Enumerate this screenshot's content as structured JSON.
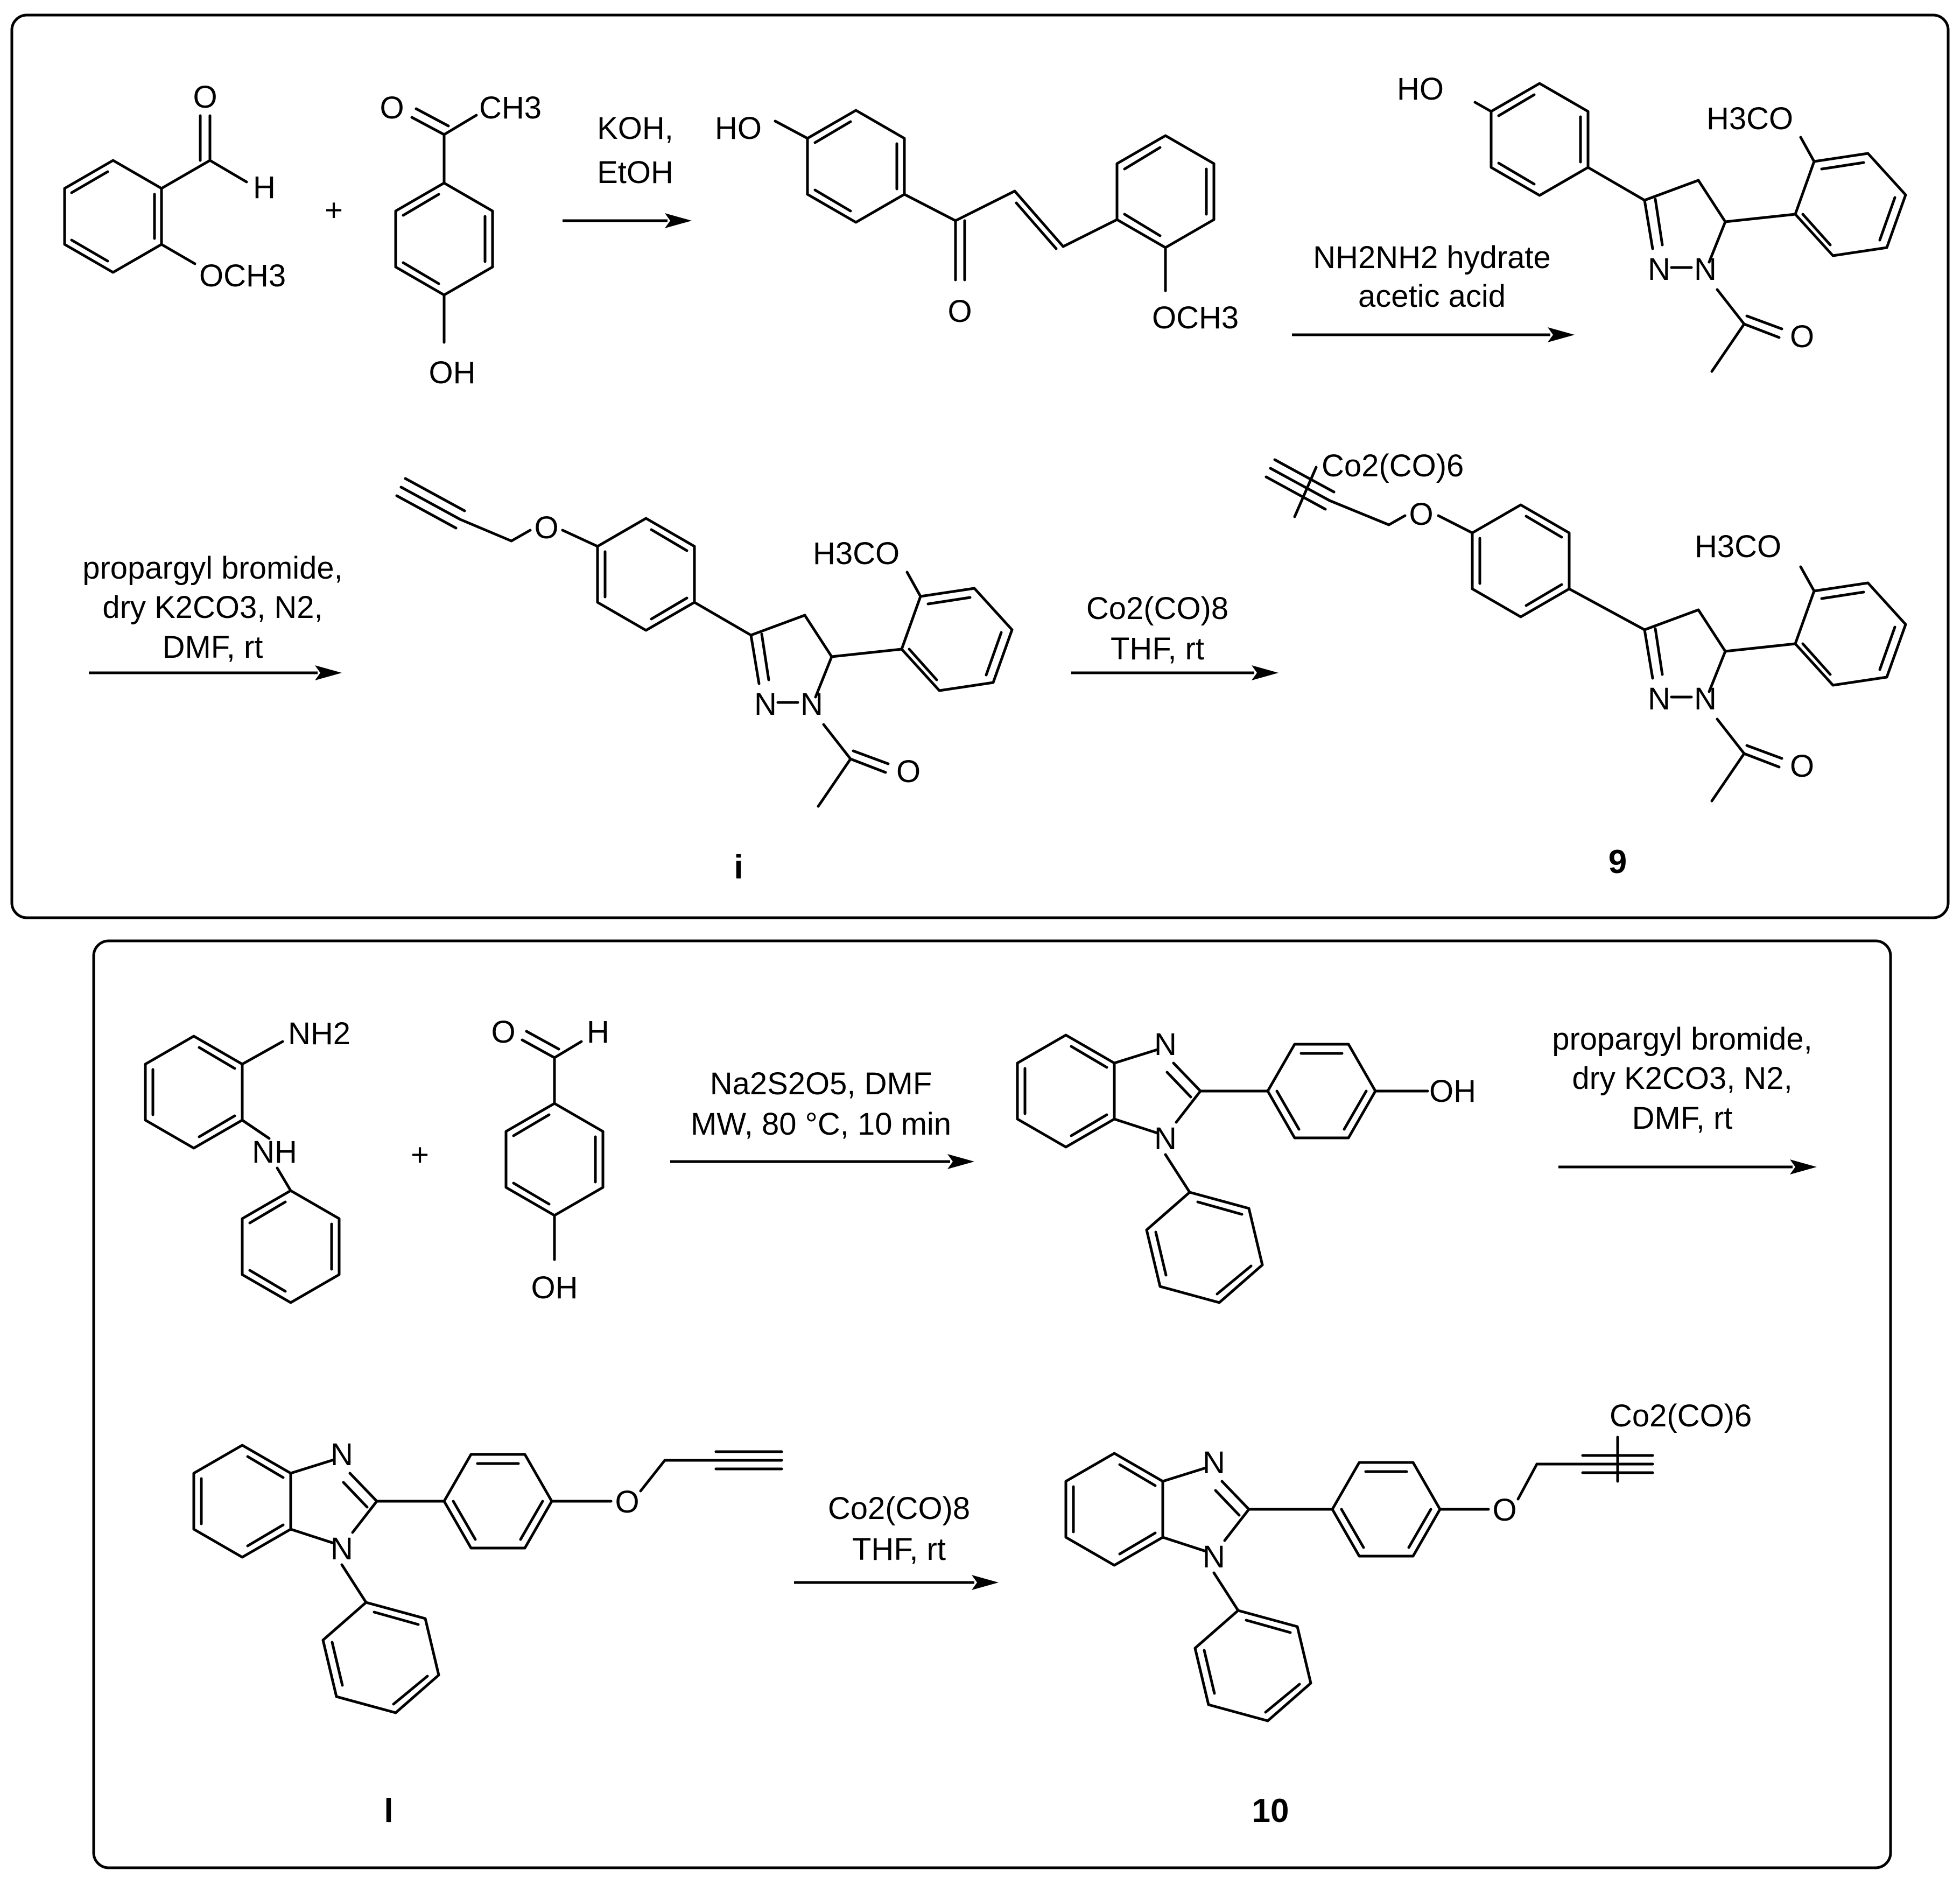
{
  "panels": {
    "top": {
      "reactant_a_labels": {
        "carbonyl_o": "O",
        "aldehyde_h": "H",
        "methoxy": "OCH3"
      },
      "plus": "+",
      "reactant_b_labels": {
        "carbonyl_o": "O",
        "methyl": "CH3",
        "hydroxy": "OH"
      },
      "step1_conditions": [
        "KOH,",
        "EtOH"
      ],
      "chalcone_labels": {
        "hydroxy": "HO",
        "carbonyl_o": "O",
        "methoxy": "OCH3"
      },
      "step2_conditions": [
        "NH2NH2 hydrate",
        "acetic acid"
      ],
      "pyrazoline_labels": {
        "hydroxy": "HO",
        "methoxy": "H3CO",
        "n1": "N",
        "n2": "N",
        "carbonyl_o": "O"
      },
      "step3_conditions": [
        "propargyl bromide,",
        "dry K2CO3, N2,",
        "DMF, rt"
      ],
      "intermediate_labels": {
        "ether_o": "O",
        "methoxy": "H3CO",
        "n1": "N",
        "n2": "N",
        "carbonyl_o": "O"
      },
      "intermediate_id": "i",
      "step4_conditions": [
        "Co2(CO)8",
        "THF, rt"
      ],
      "product_labels": {
        "cobalt": "Co2(CO)6",
        "ether_o": "O",
        "methoxy": "H3CO",
        "n1": "N",
        "n2": "N",
        "carbonyl_o": "O"
      },
      "product_id": "9"
    },
    "bottom": {
      "reactant_a_labels": {
        "amine": "NH2",
        "secondary_amine": "NH"
      },
      "plus": "+",
      "reactant_b_labels": {
        "carbonyl_o": "O",
        "aldehyde_h": "H",
        "hydroxy": "OH"
      },
      "step1_conditions": [
        "Na2S2O5, DMF",
        "MW, 80 °C, 10 min"
      ],
      "benzimidazole_labels": {
        "n3": "N",
        "n1": "N",
        "hydroxy": "OH"
      },
      "step2_conditions": [
        "propargyl bromide,",
        "dry K2CO3, N2,",
        "DMF, rt"
      ],
      "intermediate_labels": {
        "n3": "N",
        "n1": "N",
        "ether_o": "O"
      },
      "intermediate_id": "l",
      "step3_conditions": [
        "Co2(CO)8",
        "THF, rt"
      ],
      "product_labels": {
        "n3": "N",
        "n1": "N",
        "ether_o": "O",
        "cobalt": "Co2(CO)6"
      },
      "product_id": "10"
    }
  }
}
